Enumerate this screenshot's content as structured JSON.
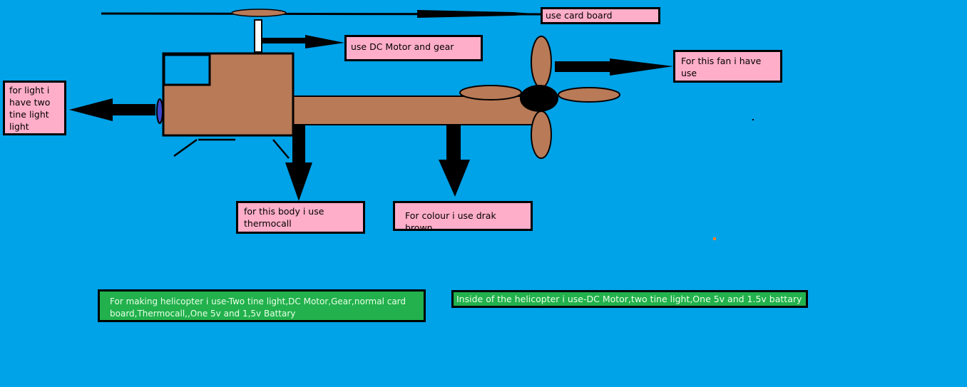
{
  "labels": {
    "rotor": "use card board",
    "motor": "use DC Motor and gear",
    "fan": "For this fan i have use\nnormal card board",
    "light": "for light i\nhave two\ntine light\nlight",
    "body": "for this body i use\nthermocall",
    "colour": "For colour i use drak brown",
    "making": "For making helicopter i use-Two tine light,DC Motor,Gear,normal card\nboard,Thermocall,,One 5v and 1,5v  Battary",
    "inside": "Inside of the helicopter i use-DC Motor,two tine light,One 5v and 1.5v battary"
  },
  "colors": {
    "background": "#00a2e8",
    "body": "#b97a57",
    "label_pink": "#ffaec9",
    "label_green": "#22b14c",
    "light": "#3f48cc"
  }
}
